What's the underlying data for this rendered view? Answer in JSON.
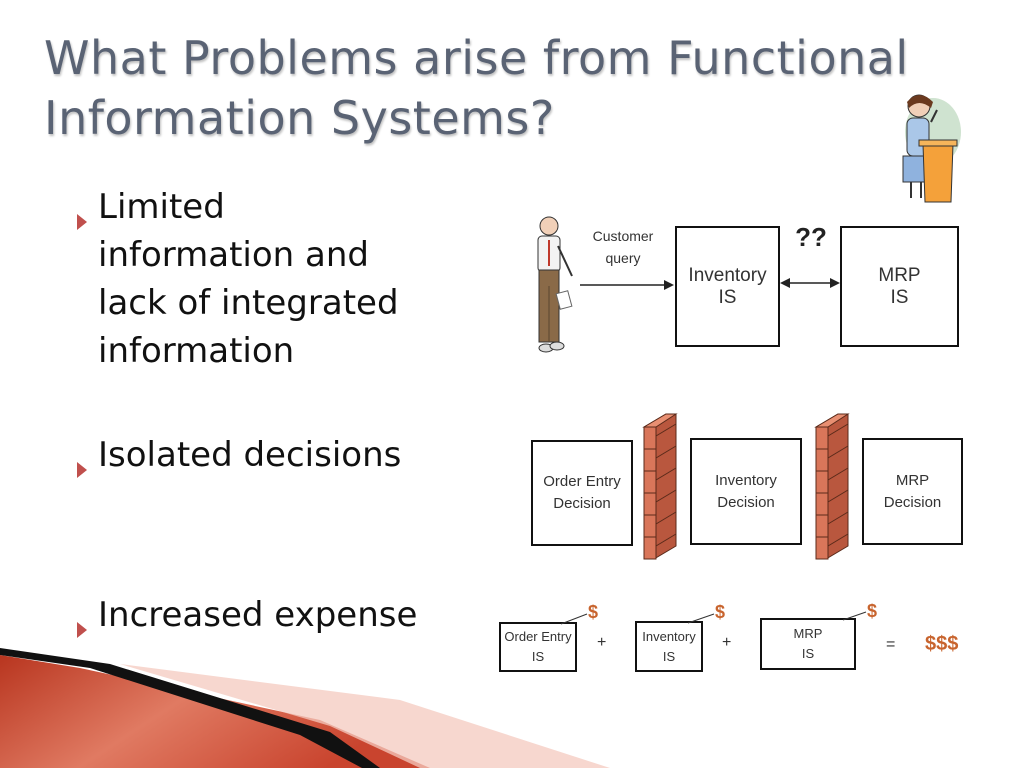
{
  "title": {
    "line1": "What Problems arise from Functional",
    "line2": "Information Systems?"
  },
  "bullets": [
    {
      "lines": [
        "Limited",
        "information and",
        "lack of integrated",
        "information"
      ]
    },
    {
      "lines": [
        "Isolated decisions"
      ]
    },
    {
      "lines": [
        "Increased expense"
      ]
    }
  ],
  "diagram1": {
    "query_label": [
      "Customer",
      "query"
    ],
    "question": "??",
    "inventory_box": [
      "Inventory",
      "IS"
    ],
    "mrp_box": [
      "MRP",
      "IS"
    ]
  },
  "diagram2": {
    "order_entry_box": [
      "Order Entry",
      "Decision"
    ],
    "inventory_box": [
      "Inventory",
      "Decision"
    ],
    "mrp_box": [
      "MRP",
      "Decision"
    ]
  },
  "diagram3": {
    "order_entry_box": [
      "Order Entry",
      "IS"
    ],
    "inventory_box": [
      "Inventory",
      "IS"
    ],
    "mrp_box": [
      "MRP",
      "IS"
    ],
    "dollar": "$",
    "plus": "+",
    "equals": "=",
    "total": "$$$"
  },
  "colors": {
    "title": "#5a6374",
    "bullet_arrow": "#c0504d",
    "dollar": "#c8642e",
    "brick": "#d9765a",
    "footer_red": "#c9442e"
  },
  "icons": {
    "bullet": "triangle-right-icon",
    "speaker": "woman-at-podium-icon",
    "customer": "standing-man-icon",
    "wall": "brick-wall-icon"
  }
}
